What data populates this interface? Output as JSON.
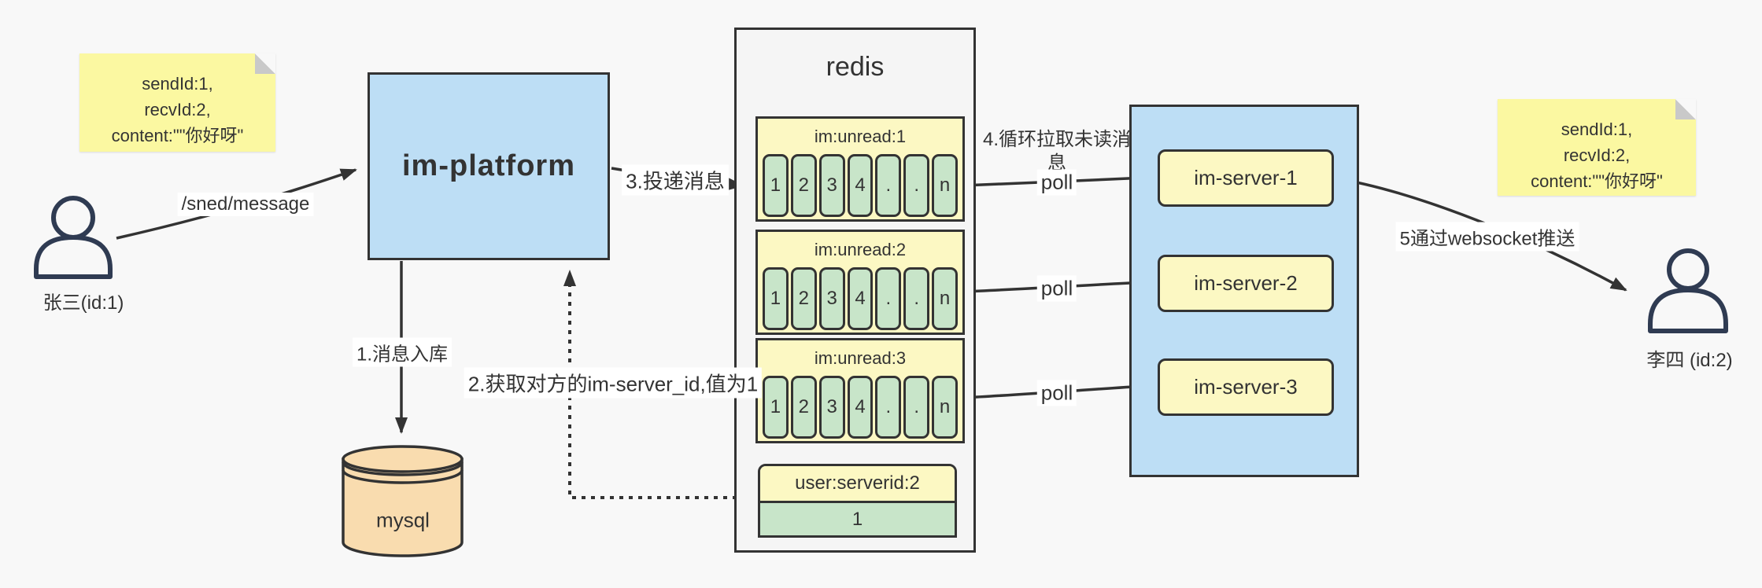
{
  "colors": {
    "background": "#f8f8f8",
    "ink": "#333333",
    "blue_fill": "#bddef5",
    "yellow_box": "#fcf8c3",
    "green_cell": "#c8e5c9",
    "note_yellow": "#fbf8a1",
    "mysql_fill": "#f9dcaf",
    "person_stroke": "#2f3b52"
  },
  "sender": {
    "name": "张三(id:1)"
  },
  "receiver": {
    "name": "李四 (id:2)"
  },
  "note_left": {
    "line1": "sendId:1,",
    "line2": "recvId:2,",
    "line3": "content:\"\"你好呀\""
  },
  "note_right": {
    "line1": "sendId:1,",
    "line2": "recvId:2,",
    "line3": "content:\"\"你好呀\""
  },
  "platform": {
    "label": "im-platform"
  },
  "mysql": {
    "label": "mysql"
  },
  "redis": {
    "title": "redis",
    "queues": [
      {
        "name": "im:unread:1",
        "cells": [
          "1",
          "2",
          "3",
          "4",
          ".",
          ".",
          "n"
        ]
      },
      {
        "name": "im:unread:2",
        "cells": [
          "1",
          "2",
          "3",
          "4",
          ".",
          ".",
          "n"
        ]
      },
      {
        "name": "im:unread:3",
        "cells": [
          "1",
          "2",
          "3",
          "4",
          ".",
          ".",
          "n"
        ]
      }
    ],
    "kv": {
      "key": "user:serverid:2",
      "value": "1"
    }
  },
  "servers": [
    {
      "label": "im-server-1"
    },
    {
      "label": "im-server-2"
    },
    {
      "label": "im-server-3"
    }
  ],
  "flow": {
    "send": "/sned/message",
    "step1": "1.消息入库",
    "step2": "2.获取对方的im-server_id,值为1",
    "step3": "3.投递消息",
    "step4": "4.循环拉取未读消息",
    "poll": "poll",
    "step5": "5通过websocket推送"
  }
}
